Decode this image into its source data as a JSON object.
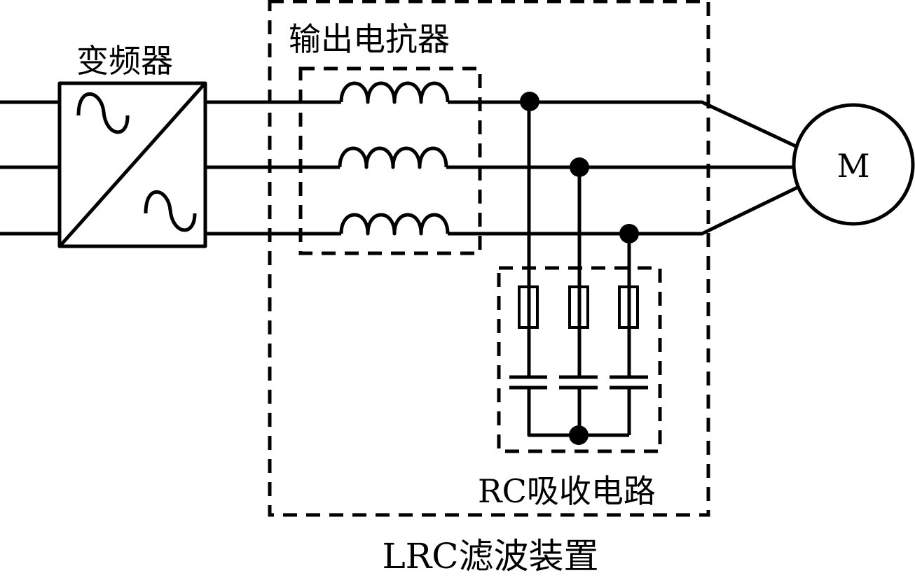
{
  "diagram": {
    "title": "LRC滤波装置",
    "labels": {
      "inverter": "变频器",
      "reactor": "输出电抗器",
      "rc_circuit": "RC吸收电路",
      "lrc_filter": "LRC滤波装置",
      "motor": "M"
    },
    "phases": [
      "phase-1",
      "phase-2",
      "phase-3"
    ],
    "components": [
      {
        "id": "inverter",
        "type": "AC/AC frequency converter",
        "symbol": "box with diagonal and two sine waves"
      },
      {
        "id": "reactor",
        "type": "3-phase inductor",
        "turns_per_coil": 4
      },
      {
        "id": "rc_circuit",
        "type": "RC snubber",
        "branches": 3,
        "star_connected": true
      },
      {
        "id": "motor",
        "type": "motor",
        "symbol": "circle M"
      }
    ],
    "colors": {
      "line": "#000000",
      "background": "#ffffff"
    }
  }
}
